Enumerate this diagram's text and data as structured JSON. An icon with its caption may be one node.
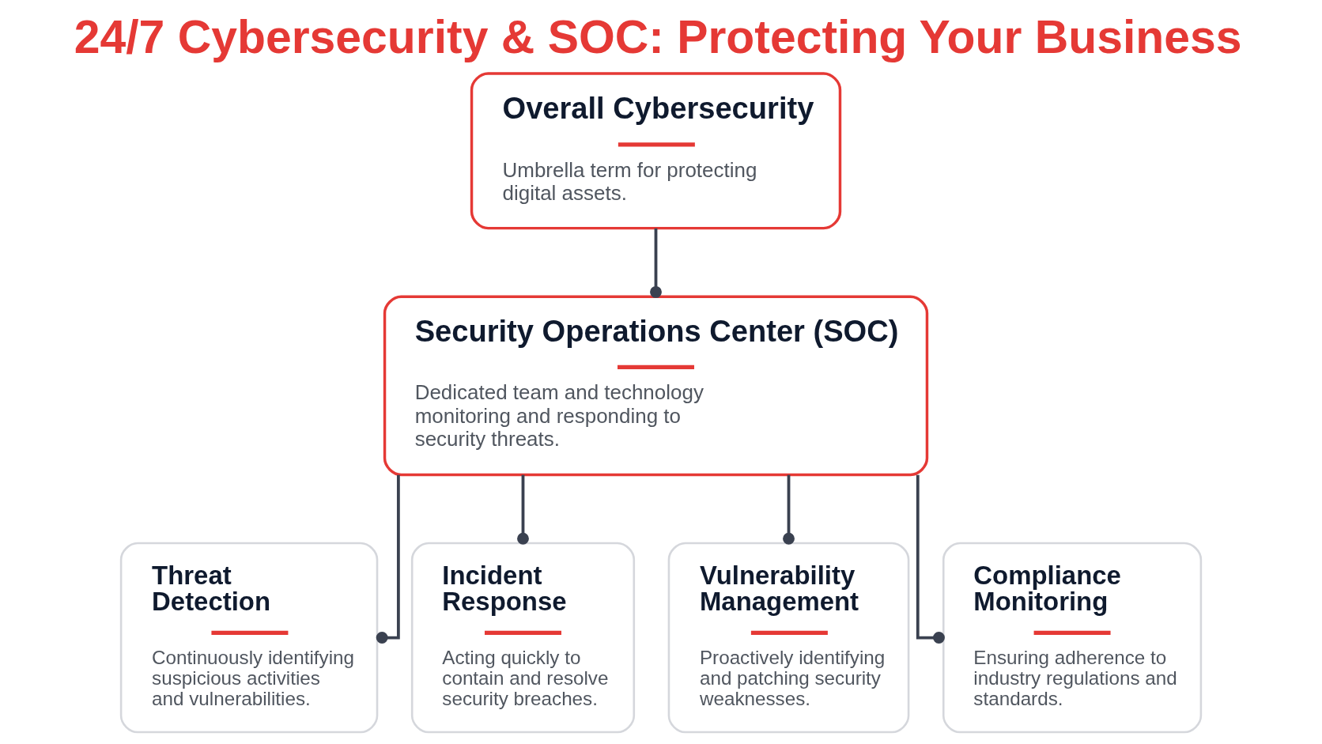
{
  "diagram": {
    "title": "24/7 Cybersecurity & SOC: Protecting Your Business",
    "nodes": [
      {
        "text": [
          "Overall Cybersecurity",
          "Umbrella term for protecting digital assets."
        ]
      },
      {
        "text": [
          "Security Operations Center (SOC)",
          "Dedicated team and technology monitoring and responding to security threats."
        ]
      },
      {
        "text": [
          "Threat Detection",
          "Continuously identifying suspicious activities and vulnerabilities."
        ]
      },
      {
        "text": [
          "Incident Response",
          "Acting quickly to contain and resolve security breaches."
        ]
      },
      {
        "text": [
          "Vulnerability Management",
          "Proactively identifying and patching security weaknesses."
        ]
      },
      {
        "text": [
          "Compliance Monitoring",
          "Ensuring adherence to industry regulations and standards."
        ]
      }
    ],
    "edges": [
      {
        "from": 0,
        "to": 1,
        "arrow": "other"
      },
      {
        "from": 1,
        "to": 2,
        "arrow": "other"
      },
      {
        "from": 1,
        "to": 3,
        "arrow": "other"
      },
      {
        "from": 1,
        "to": 4,
        "arrow": "other"
      },
      {
        "from": 1,
        "to": 5,
        "arrow": "other"
      }
    ]
  }
}
